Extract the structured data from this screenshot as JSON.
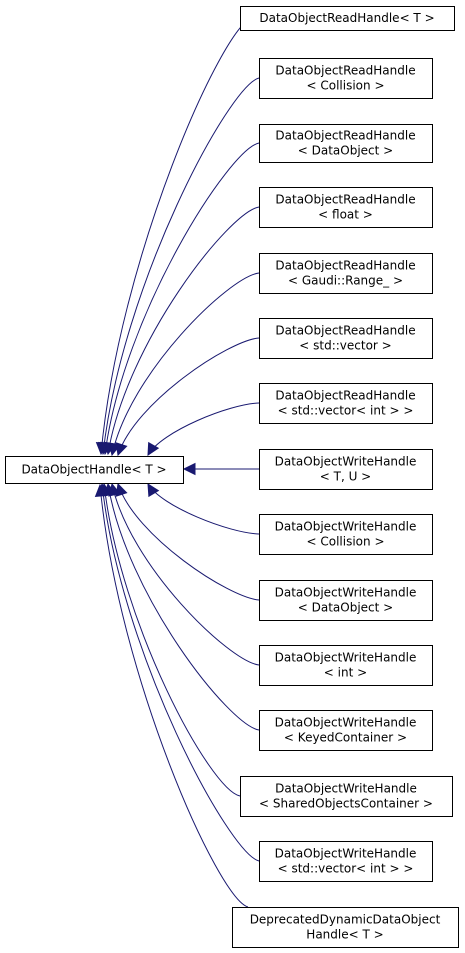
{
  "colors": {
    "edge": "#191970",
    "node_border": "#000000",
    "node_fill": "#ffffff",
    "background": "#ffffff"
  },
  "base": {
    "id": "base",
    "lines": [
      "DataObjectHandle< T >"
    ]
  },
  "children": [
    {
      "id": "read-t",
      "lines": [
        "DataObjectReadHandle< T >"
      ]
    },
    {
      "id": "read-collision",
      "lines": [
        "DataObjectReadHandle",
        "< Collision >"
      ]
    },
    {
      "id": "read-dataobject",
      "lines": [
        "DataObjectReadHandle",
        "< DataObject >"
      ]
    },
    {
      "id": "read-float",
      "lines": [
        "DataObjectReadHandle",
        "< float >"
      ]
    },
    {
      "id": "read-gaudi-range",
      "lines": [
        "DataObjectReadHandle",
        "< Gaudi::Range_ >"
      ]
    },
    {
      "id": "read-std-vector",
      "lines": [
        "DataObjectReadHandle",
        "< std::vector >"
      ]
    },
    {
      "id": "read-std-vector-int",
      "lines": [
        "DataObjectReadHandle",
        "< std::vector< int > >"
      ]
    },
    {
      "id": "write-t-u",
      "lines": [
        "DataObjectWriteHandle",
        "< T, U >"
      ]
    },
    {
      "id": "write-collision",
      "lines": [
        "DataObjectWriteHandle",
        "< Collision >"
      ]
    },
    {
      "id": "write-dataobject",
      "lines": [
        "DataObjectWriteHandle",
        "< DataObject >"
      ]
    },
    {
      "id": "write-int",
      "lines": [
        "DataObjectWriteHandle",
        "< int >"
      ]
    },
    {
      "id": "write-keyed-container",
      "lines": [
        "DataObjectWriteHandle",
        "< KeyedContainer >"
      ]
    },
    {
      "id": "write-shared-objects-container",
      "lines": [
        "DataObjectWriteHandle",
        "< SharedObjectsContainer >"
      ]
    },
    {
      "id": "write-std-vector-int",
      "lines": [
        "DataObjectWriteHandle",
        "< std::vector< int > >"
      ]
    },
    {
      "id": "deprecated-dynamic",
      "lines": [
        "DeprecatedDynamicDataObject",
        "Handle< T >"
      ]
    }
  ]
}
